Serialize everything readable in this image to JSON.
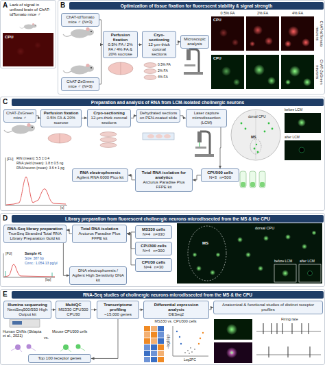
{
  "diagram": {
    "nodes": [
      {
        "text": [
          "A",
          "Lack of signal in unfixed brain of ChAT-tdTomato mice ♂"
        ]
      },
      {
        "text": [
          "B",
          "Optimization of tissue fixation for fluorescent stability & signal strength"
        ]
      },
      {
        "text": [
          "ChAT-tdTomato mice ♂ (N=3)"
        ],
        "in": 1
      },
      {
        "text": [
          "ChAT-ZsGreen mice ♂ (N=3)"
        ],
        "in": 1
      },
      {
        "text": [
          "Perfusion fixation",
          "0.5% FA / 2% FA / 4% FA & 20% sucrose"
        ],
        "in": 1
      },
      {
        "text": [
          "Cryo-sectioning",
          "12-μm-thick coronal sections"
        ],
        "in": 1
      },
      {
        "text": [
          "Microscopic analysis"
        ],
        "in": 1
      },
      {
        "text": [
          "C",
          "Preparation and analysis of RNA from LCM-isolated cholinergic neurons"
        ]
      },
      {
        "text": [
          "ChAT-ZsGreen mice ♂"
        ],
        "in": 7
      },
      {
        "text": [
          "Perfusion fixation",
          "0.5% FA & 20% sucrose"
        ],
        "in": 7
      },
      {
        "text": [
          "Cryo-sectioning",
          "12-μm-thick coronal sections"
        ],
        "in": 7
      },
      {
        "text": [
          "Dehydrated sections on PEN-coated slide"
        ],
        "in": 7
      },
      {
        "text": [
          "Laser capture microdissection (LCM)"
        ],
        "in": 7
      },
      {
        "text": [
          "CPU500 cells",
          "N=3",
          "n=500"
        ],
        "in": 7
      },
      {
        "text": [
          "Total RNA isolation for analytics",
          "Arcturus Paradise Plus FFPE kit"
        ],
        "in": 7
      },
      {
        "text": [
          "RNA electrophoresis",
          "Agilent RNA 6000 Pico kit"
        ],
        "in": 7
      },
      {
        "text": [
          "D",
          "Library preparation from fluorescent cholinergic neurons microdissected from the MS & the CPU"
        ]
      },
      {
        "text": [
          "RNA-Seq library preparation",
          "TrueSeq Stranded Total RNA Library Preparation Gold kit"
        ],
        "in": 16
      },
      {
        "text": [
          "Total RNA isolation",
          "Arcturus Paradise Plus FFPE kit"
        ],
        "in": 16
      },
      {
        "text": [
          "MS330 cells",
          "N=4",
          "n=330"
        ],
        "in": 16
      },
      {
        "text": [
          "CPU300 cells",
          "N=4",
          "n=300"
        ],
        "in": 16
      },
      {
        "text": [
          "CPU30 cells",
          "N=4",
          "n=30"
        ],
        "in": 16
      },
      {
        "text": [
          "DNA electrophoresis / Agilent High Sensitivity DNA kit"
        ],
        "in": 16
      },
      {
        "text": [
          "E",
          "RNA-Seq studies of cholinergic neurons microdissected from the MS & the CPU"
        ]
      },
      {
        "text": [
          "Illumina sequencing",
          "NextSeq500/550 High Output kit"
        ],
        "in": 23
      },
      {
        "text": [
          "MultiQC",
          "MS330 CPU300 CPU30"
        ],
        "in": 23
      },
      {
        "text": [
          "Transcriptome profiling",
          "~15,000 genes"
        ],
        "in": 23
      },
      {
        "text": [
          "Differential expression analysis",
          "DESeq2"
        ],
        "in": 23
      },
      {
        "text": [
          "Anatomical & functional studies of distinct receptor profiles"
        ],
        "in": 23
      },
      {
        "text": [
          "Top 100 receptor genes"
        ],
        "in": 23
      }
    ],
    "edges": [
      {
        "from": 2,
        "to": 4,
        "arrow": "to"
      },
      {
        "from": 3,
        "to": 4,
        "arrow": "to"
      },
      {
        "from": 4,
        "to": 5,
        "arrow": "to"
      },
      {
        "from": 5,
        "to": 6,
        "arrow": "to"
      },
      {
        "from": 8,
        "to": 9,
        "arrow": "to"
      },
      {
        "from": 9,
        "to": 10,
        "arrow": "to"
      },
      {
        "from": 10,
        "to": 11,
        "arrow": "to"
      },
      {
        "from": 11,
        "to": 12,
        "arrow": "to"
      },
      {
        "from": 12,
        "to": 13,
        "arrow": "to"
      },
      {
        "from": 13,
        "to": 14,
        "arrow": "to"
      },
      {
        "from": 14,
        "to": 15,
        "arrow": "to"
      },
      {
        "from": 19,
        "to": 18,
        "arrow": "to"
      },
      {
        "from": 20,
        "to": 18,
        "arrow": "to"
      },
      {
        "from": 21,
        "to": 18,
        "arrow": "to"
      },
      {
        "from": 18,
        "to": 17,
        "arrow": "to"
      },
      {
        "from": 17,
        "to": 22,
        "arrow": "to"
      },
      {
        "from": 24,
        "to": 25,
        "arrow": "to"
      },
      {
        "from": 25,
        "to": 26,
        "arrow": "to"
      },
      {
        "from": 26,
        "to": 27,
        "arrow": "to"
      },
      {
        "from": 27,
        "to": 28,
        "arrow": "to"
      },
      {
        "from": 26,
        "to": 29,
        "arrow": "to"
      }
    ],
    "labels": [
      "CPU",
      "0.5% FA",
      "2% FA",
      "4% FA",
      "0.5% FA",
      "2% FA",
      "4% FA",
      "ChAT-tdTomato neurons",
      "ChAT-ZsGreen neurons",
      "CPU",
      "CPU",
      "before LCM",
      "after LCM",
      "dorsal CPU",
      "MS",
      "[FU]",
      "[s]",
      "RIN (mean): 5.5 ± 0.4",
      "RNA yield (mean): 1.8 ± 0.5 ng",
      "RNA/neuron (mean): 3.6 ± 1 pg",
      "[FU]",
      "[bp]",
      "Sample #1",
      "Size: 387 bp",
      "Conc.: 1,054.13 pg/μl",
      "MS",
      "dorsal CPU",
      "before LCM",
      "after LCM",
      "Human ChINs (Sklapta et al., 2021)",
      "vs.",
      "Mouse CPU300 cells",
      "MS330 vs. CPU300 cells",
      "−log10(p)",
      "Log2FC",
      "Firing rate"
    ]
  }
}
